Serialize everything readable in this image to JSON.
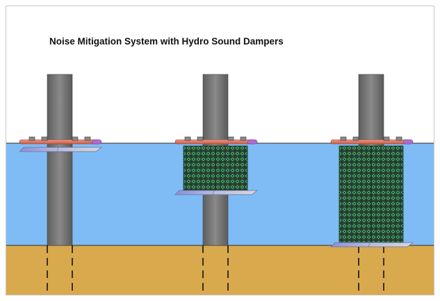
{
  "title": "Noise Mitigation System with Hydro Sound Dampers",
  "colors": {
    "background": "#ffffff",
    "water": "#7fbcf6",
    "seabed": "#d9a94e",
    "pile": "#707070",
    "frame_ring": "#e47a63",
    "ring_end": "#b06ad0",
    "hsd_net": "#2a4a3a",
    "hsd_element": "#4fd27a",
    "bottom_ring": "#9aa8cc"
  },
  "stages": [
    {
      "name": "stage-1-net-retracted",
      "net_state": "retracted"
    },
    {
      "name": "stage-2-net-half-deployed",
      "net_state": "half"
    },
    {
      "name": "stage-3-net-fully-deployed",
      "net_state": "full"
    }
  ]
}
